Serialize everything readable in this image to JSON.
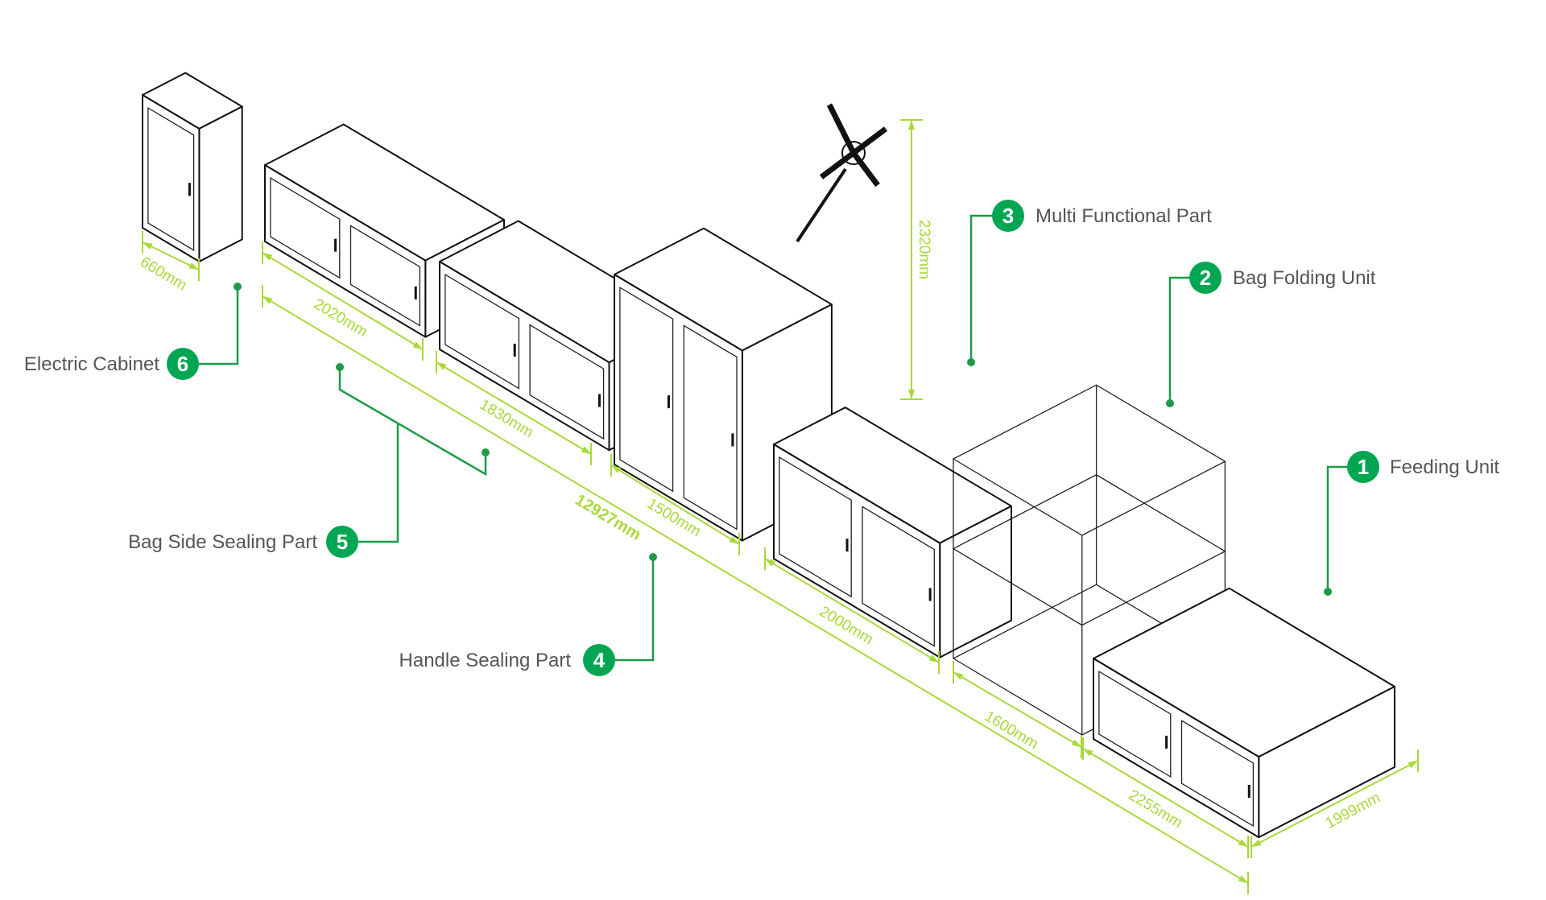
{
  "colors": {
    "accent_green": "#00a651",
    "leader_green": "#1c9a48",
    "dimension_lime": "#a8d93a",
    "label_grey": "#555555"
  },
  "parts": [
    {
      "number": "1",
      "label": "Feeding Unit"
    },
    {
      "number": "2",
      "label": "Bag Folding Unit"
    },
    {
      "number": "3",
      "label": "Multi Functional Part"
    },
    {
      "number": "4",
      "label": "Handle Sealing Part"
    },
    {
      "number": "5",
      "label": "Bag Side Sealing Part"
    },
    {
      "number": "6",
      "label": "Electric Cabinet"
    }
  ],
  "dimensions": {
    "cabinet_width": "660mm",
    "side_sealing_length": "2020mm",
    "section_1830": "1830mm",
    "handle_sealing_length": "1500mm",
    "multi_functional_length": "2000mm",
    "bag_folding_length": "1600mm",
    "feeding_length": "2255mm",
    "machine_width": "1999mm",
    "machine_height": "2320mm",
    "total_length": "12927mm"
  }
}
